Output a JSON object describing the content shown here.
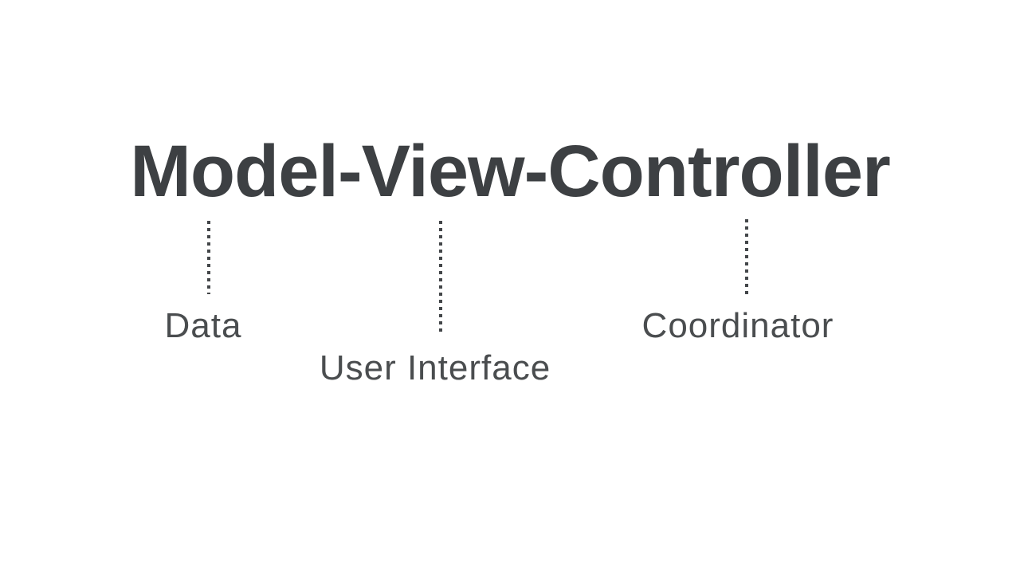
{
  "slide": {
    "title": "Model-View-Controller",
    "annotations": [
      {
        "word": "Model",
        "label": "Data"
      },
      {
        "word": "View",
        "label": "User Interface"
      },
      {
        "word": "Controller",
        "label": "Coordinator"
      }
    ]
  },
  "colors": {
    "background": "#ffffff",
    "title_ink": "#3d4043",
    "label_ink": "#4a4d4f",
    "dotted_line_ink": "#434649"
  }
}
